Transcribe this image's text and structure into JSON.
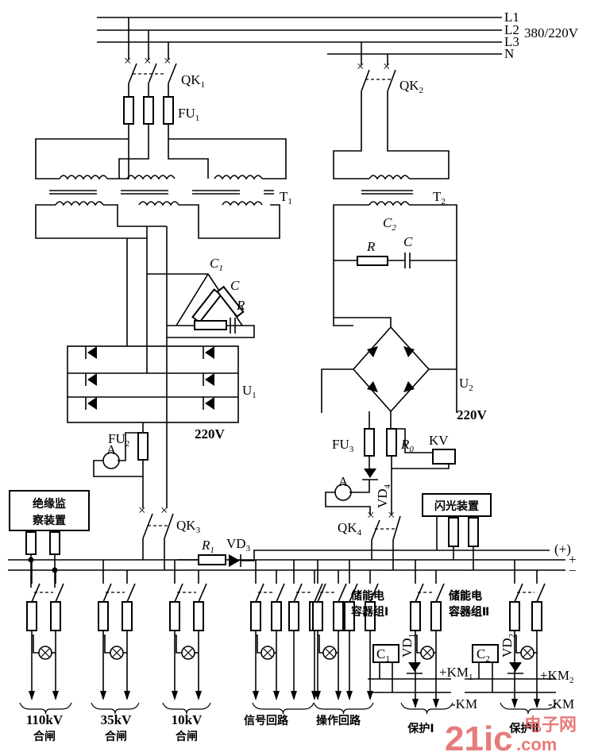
{
  "title": "直流操作电源系统原理图",
  "supply": {
    "lines": [
      "L1",
      "L2",
      "L3",
      "N"
    ],
    "voltage": "380/220V"
  },
  "components": {
    "qk1": "QK",
    "qk1_sub": "1",
    "qk2": "QK",
    "qk2_sub": "2",
    "qk3": "QK",
    "qk3_sub": "3",
    "qk4": "QK",
    "qk4_sub": "4",
    "fu1": "FU",
    "fu1_sub": "1",
    "fu2": "FU",
    "fu2_sub": "2",
    "fu3": "FU",
    "fu3_sub": "3",
    "t1": "T",
    "t1_sub": "1",
    "t2": "T",
    "t2_sub": "2",
    "u1": "U",
    "u1_sub": "1",
    "u2": "U",
    "u2_sub": "2",
    "c1": "C",
    "c1_sub": "1",
    "c2": "C",
    "c2_sub": "2",
    "c": "C",
    "r": "R",
    "r0": "R",
    "r0_sub": "0",
    "r1": "R",
    "r1_sub": "1",
    "vd3": "VD",
    "vd3_sub": "3",
    "vd4": "VD",
    "vd4_sub": "4",
    "vd1": "VD",
    "vd1_sub": "1",
    "vd2": "VD",
    "vd2_sub": "2",
    "kv": "KV",
    "ammeter": "A",
    "u1_voltage": "220V",
    "u2_voltage": "220V",
    "insulation_monitor": [
      "绝缘监",
      "察装置"
    ],
    "flash_device": "闪光装置",
    "cap_bank_1": [
      "储能电",
      "容器组Ⅰ"
    ],
    "cap_bank_2": [
      "储能电",
      "容器组Ⅱ"
    ],
    "cap_box_1": "C",
    "cap_box_1_sub": "1",
    "cap_box_2": "C",
    "cap_box_2_sub": "2",
    "km1": "+KM",
    "km1_sub": "1",
    "km2": "+KM",
    "km2_sub": "2",
    "km_minus": "-KM",
    "bus_plus_flash": "(+)",
    "bus_plus": "+",
    "bus_minus": "−"
  },
  "feeders": [
    {
      "line1": "110kV",
      "line2": "合闸"
    },
    {
      "line1": "35kV",
      "line2": "合闸"
    },
    {
      "line1": "10kV",
      "line2": "合闸"
    },
    {
      "line1": "信号回路",
      "line2": ""
    },
    {
      "line1": "操作回路",
      "line2": ""
    },
    {
      "line1": "保护Ⅰ",
      "line2": ""
    },
    {
      "line1": "保护Ⅱ",
      "line2": ""
    }
  ],
  "watermark": {
    "brand": "21ic",
    "cn": "电子网",
    "domain": ".com"
  }
}
